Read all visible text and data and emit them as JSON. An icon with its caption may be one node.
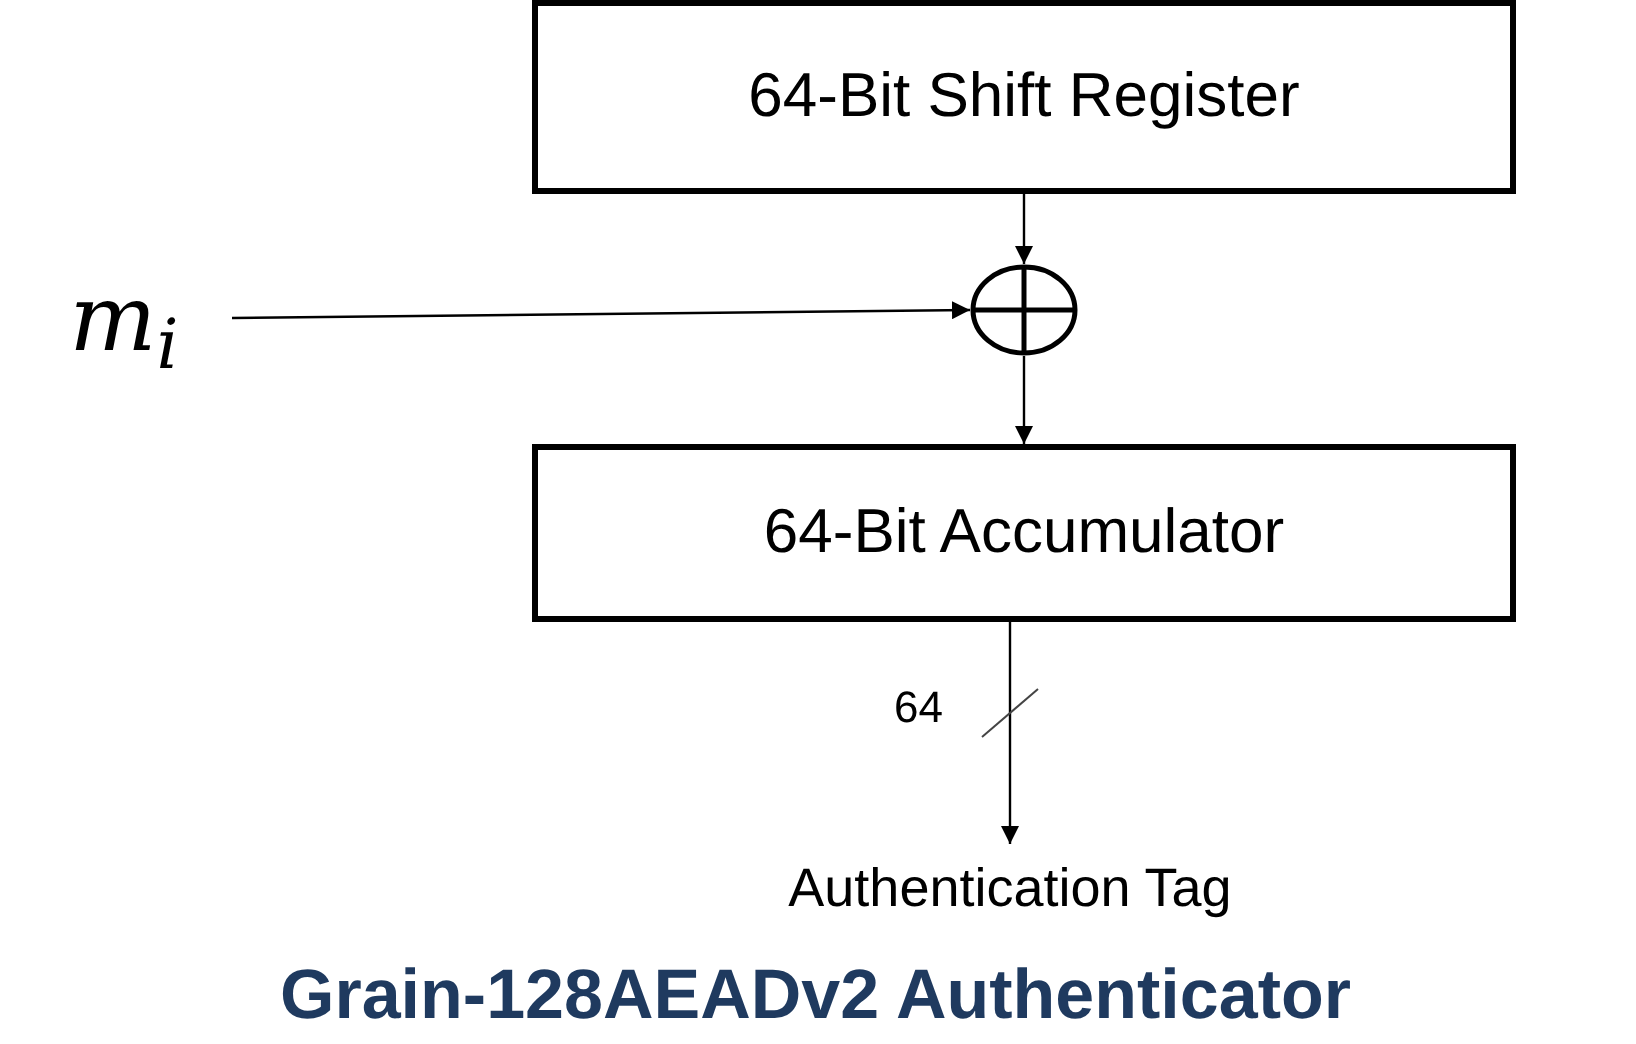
{
  "diagram": {
    "title": "Grain-128AEADv2 Authenticator",
    "nodes": [
      {
        "text": [
          "64-Bit Shift Register"
        ]
      },
      {
        "text": [],
        "shape": "circle"
      },
      {
        "text": [
          "m$_{i}$"
        ]
      },
      {
        "text": [
          "64-Bit Accumulator"
        ]
      },
      {
        "text": [
          "Authentication Tag"
        ]
      }
    ],
    "edges": [
      {
        "from": 0,
        "to": 1,
        "arrow": "to"
      },
      {
        "from": 2,
        "to": 1,
        "arrow": "to"
      },
      {
        "from": 1,
        "to": 3,
        "arrow": "to"
      },
      {
        "from": 3,
        "to": 4,
        "arrow": "to",
        "label": "64"
      }
    ]
  }
}
